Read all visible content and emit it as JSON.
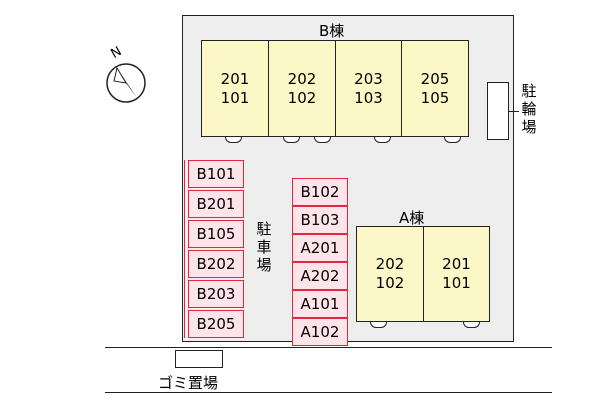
{
  "compass": {
    "north_label": "N"
  },
  "building_b": {
    "label": "B棟",
    "units": [
      {
        "upper": "201",
        "lower": "101"
      },
      {
        "upper": "202",
        "lower": "102"
      },
      {
        "upper": "203",
        "lower": "103"
      },
      {
        "upper": "205",
        "lower": "105"
      }
    ]
  },
  "building_a": {
    "label": "A棟",
    "units": [
      {
        "upper": "202",
        "lower": "102"
      },
      {
        "upper": "201",
        "lower": "101"
      }
    ]
  },
  "parking": {
    "label_chars": [
      "駐",
      "車",
      "場"
    ],
    "left_spaces": [
      "B101",
      "B201",
      "B105",
      "B202",
      "B203",
      "B205"
    ],
    "right_spaces": [
      "B102",
      "B103",
      "A201",
      "A202",
      "A101",
      "A102"
    ]
  },
  "bicycle_parking": {
    "label_chars": [
      "駐",
      "輪",
      "場"
    ]
  },
  "garbage": {
    "label": "ゴミ置場"
  },
  "colors": {
    "lot": "#eeeeee",
    "building_fill": "#fbf7c6",
    "parking_fill": "#fde4ea",
    "parking_border": "#e0283c"
  }
}
